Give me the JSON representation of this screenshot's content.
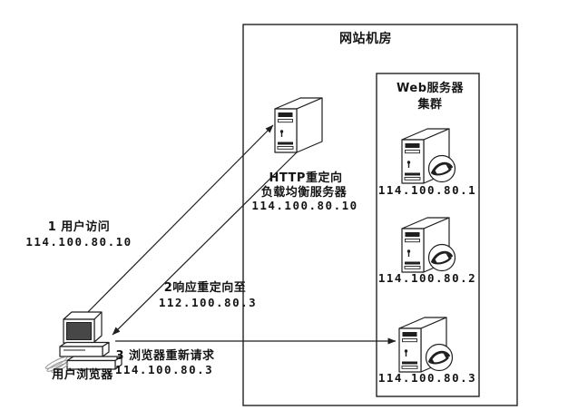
{
  "diagram": {
    "machine_room": {
      "title": "网站机房"
    },
    "cluster": {
      "title_line1": "Web服务器",
      "title_line2": "集群",
      "servers": [
        {
          "ip": "114.100.80.1"
        },
        {
          "ip": "114.100.80.2"
        },
        {
          "ip": "114.100.80.3"
        }
      ]
    },
    "load_balancer": {
      "name_line1": "HTTP重定向",
      "name_line2": "负载均衡服务器",
      "ip": "114.100.80.10"
    },
    "client": {
      "label": "用户浏览器"
    },
    "flows": [
      {
        "step_line1": "1 用户访问",
        "step_line2": "114.100.80.10"
      },
      {
        "step_line1": "2响应重定向至",
        "step_line2": "112.100.80.3"
      },
      {
        "step_line1": "3 浏览器重新请求",
        "step_line2": "114.100.80.3"
      }
    ],
    "colors": {
      "stroke": "#1f1f1f",
      "background": "#ffffff"
    }
  }
}
